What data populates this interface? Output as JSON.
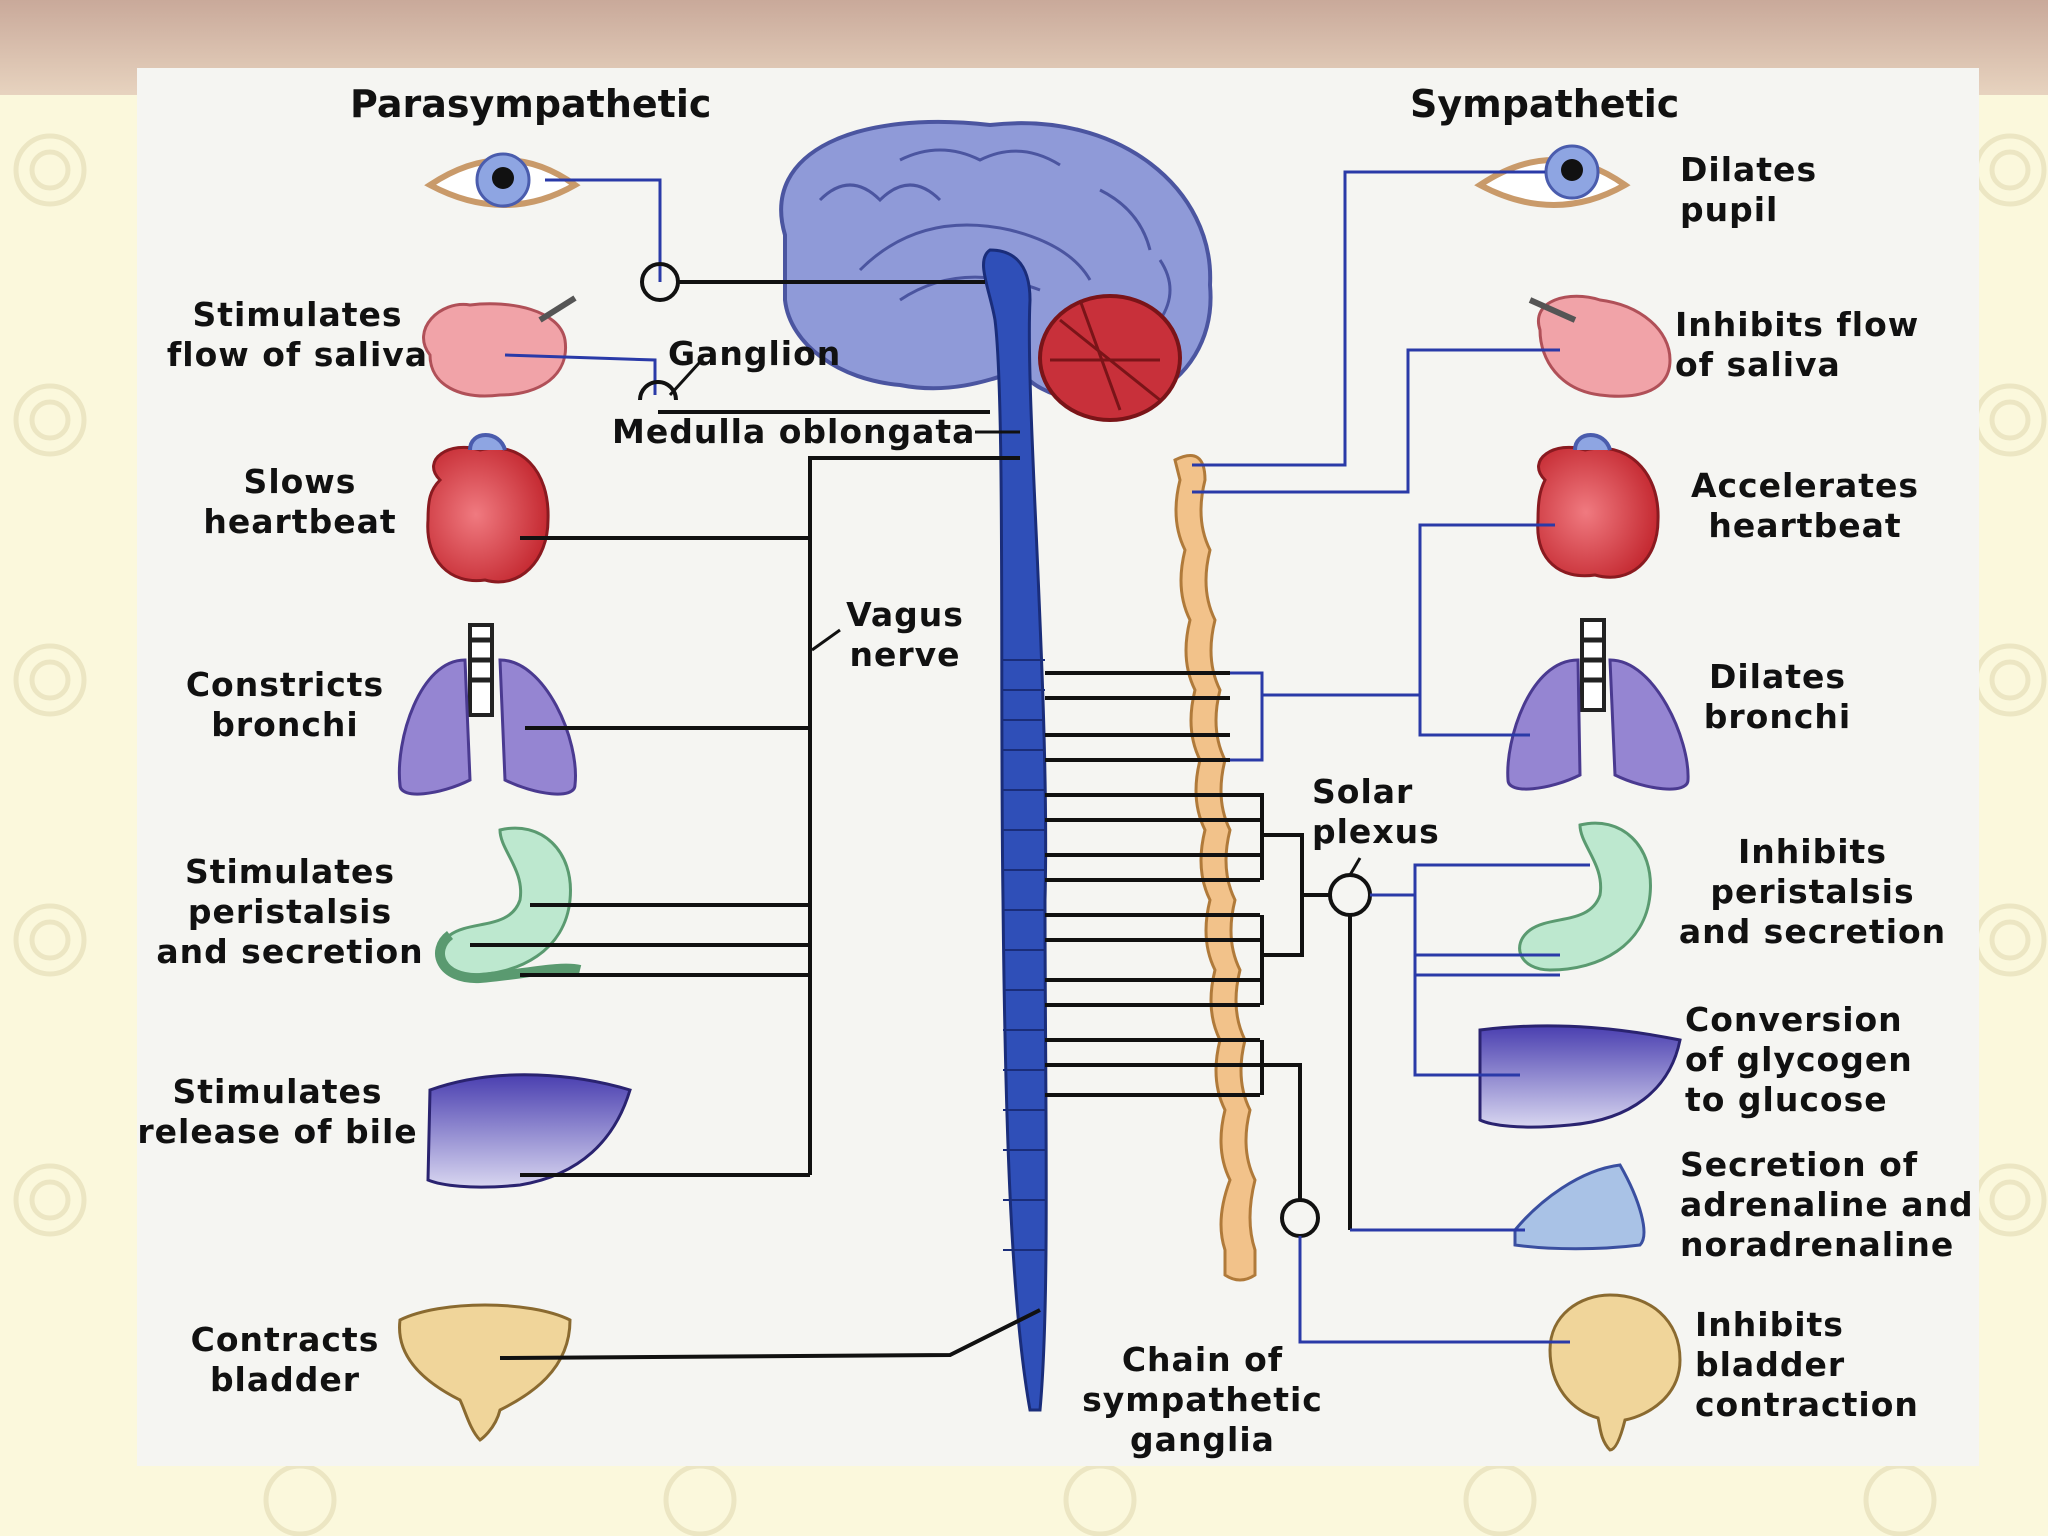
{
  "headers": {
    "left": "Parasympathetic",
    "right": "Sympathetic"
  },
  "parasympathetic": {
    "eye_note": "",
    "saliva": [
      "Stimulates",
      "flow of saliva"
    ],
    "heart": [
      "Slows",
      "heartbeat"
    ],
    "bronchi": [
      "Constricts",
      "bronchi"
    ],
    "stomach": [
      "Stimulates",
      "peristalsis",
      "and secretion"
    ],
    "liver": [
      "Stimulates",
      "release of bile"
    ],
    "bladder": [
      "Contracts",
      "bladder"
    ]
  },
  "sympathetic": {
    "eye": [
      "Dilates",
      "pupil"
    ],
    "saliva": [
      "Inhibits flow",
      "of saliva"
    ],
    "heart": [
      "Accelerates",
      "heartbeat"
    ],
    "bronchi": [
      "Dilates",
      "bronchi"
    ],
    "stomach": [
      "Inhibits",
      "peristalsis",
      "and secretion"
    ],
    "liver": [
      "Conversion",
      "of glycogen",
      "to glucose"
    ],
    "adrenal": [
      "Secretion of",
      "adrenaline and",
      "noradrenaline"
    ],
    "bladder": [
      "Inhibits",
      "bladder",
      "contraction"
    ]
  },
  "structures": {
    "ganglion": "Ganglion",
    "medulla": "Medulla oblongata",
    "vagus": [
      "Vagus",
      "nerve"
    ],
    "solar_plexus": [
      "Solar",
      "plexus"
    ],
    "chain": [
      "Chain of",
      "sympathetic",
      "ganglia"
    ]
  },
  "colors": {
    "page_background": "#fbf8dc",
    "panel_background": "#f5f5f2",
    "brain": "#8f9ad8",
    "spinal_cord": "#2f4fb8",
    "cerebellum": "#c8303a",
    "sympathetic_chain": "#f2c28a",
    "nerve_line_blue": "#2a3aa8",
    "nerve_line_black": "#111111"
  }
}
